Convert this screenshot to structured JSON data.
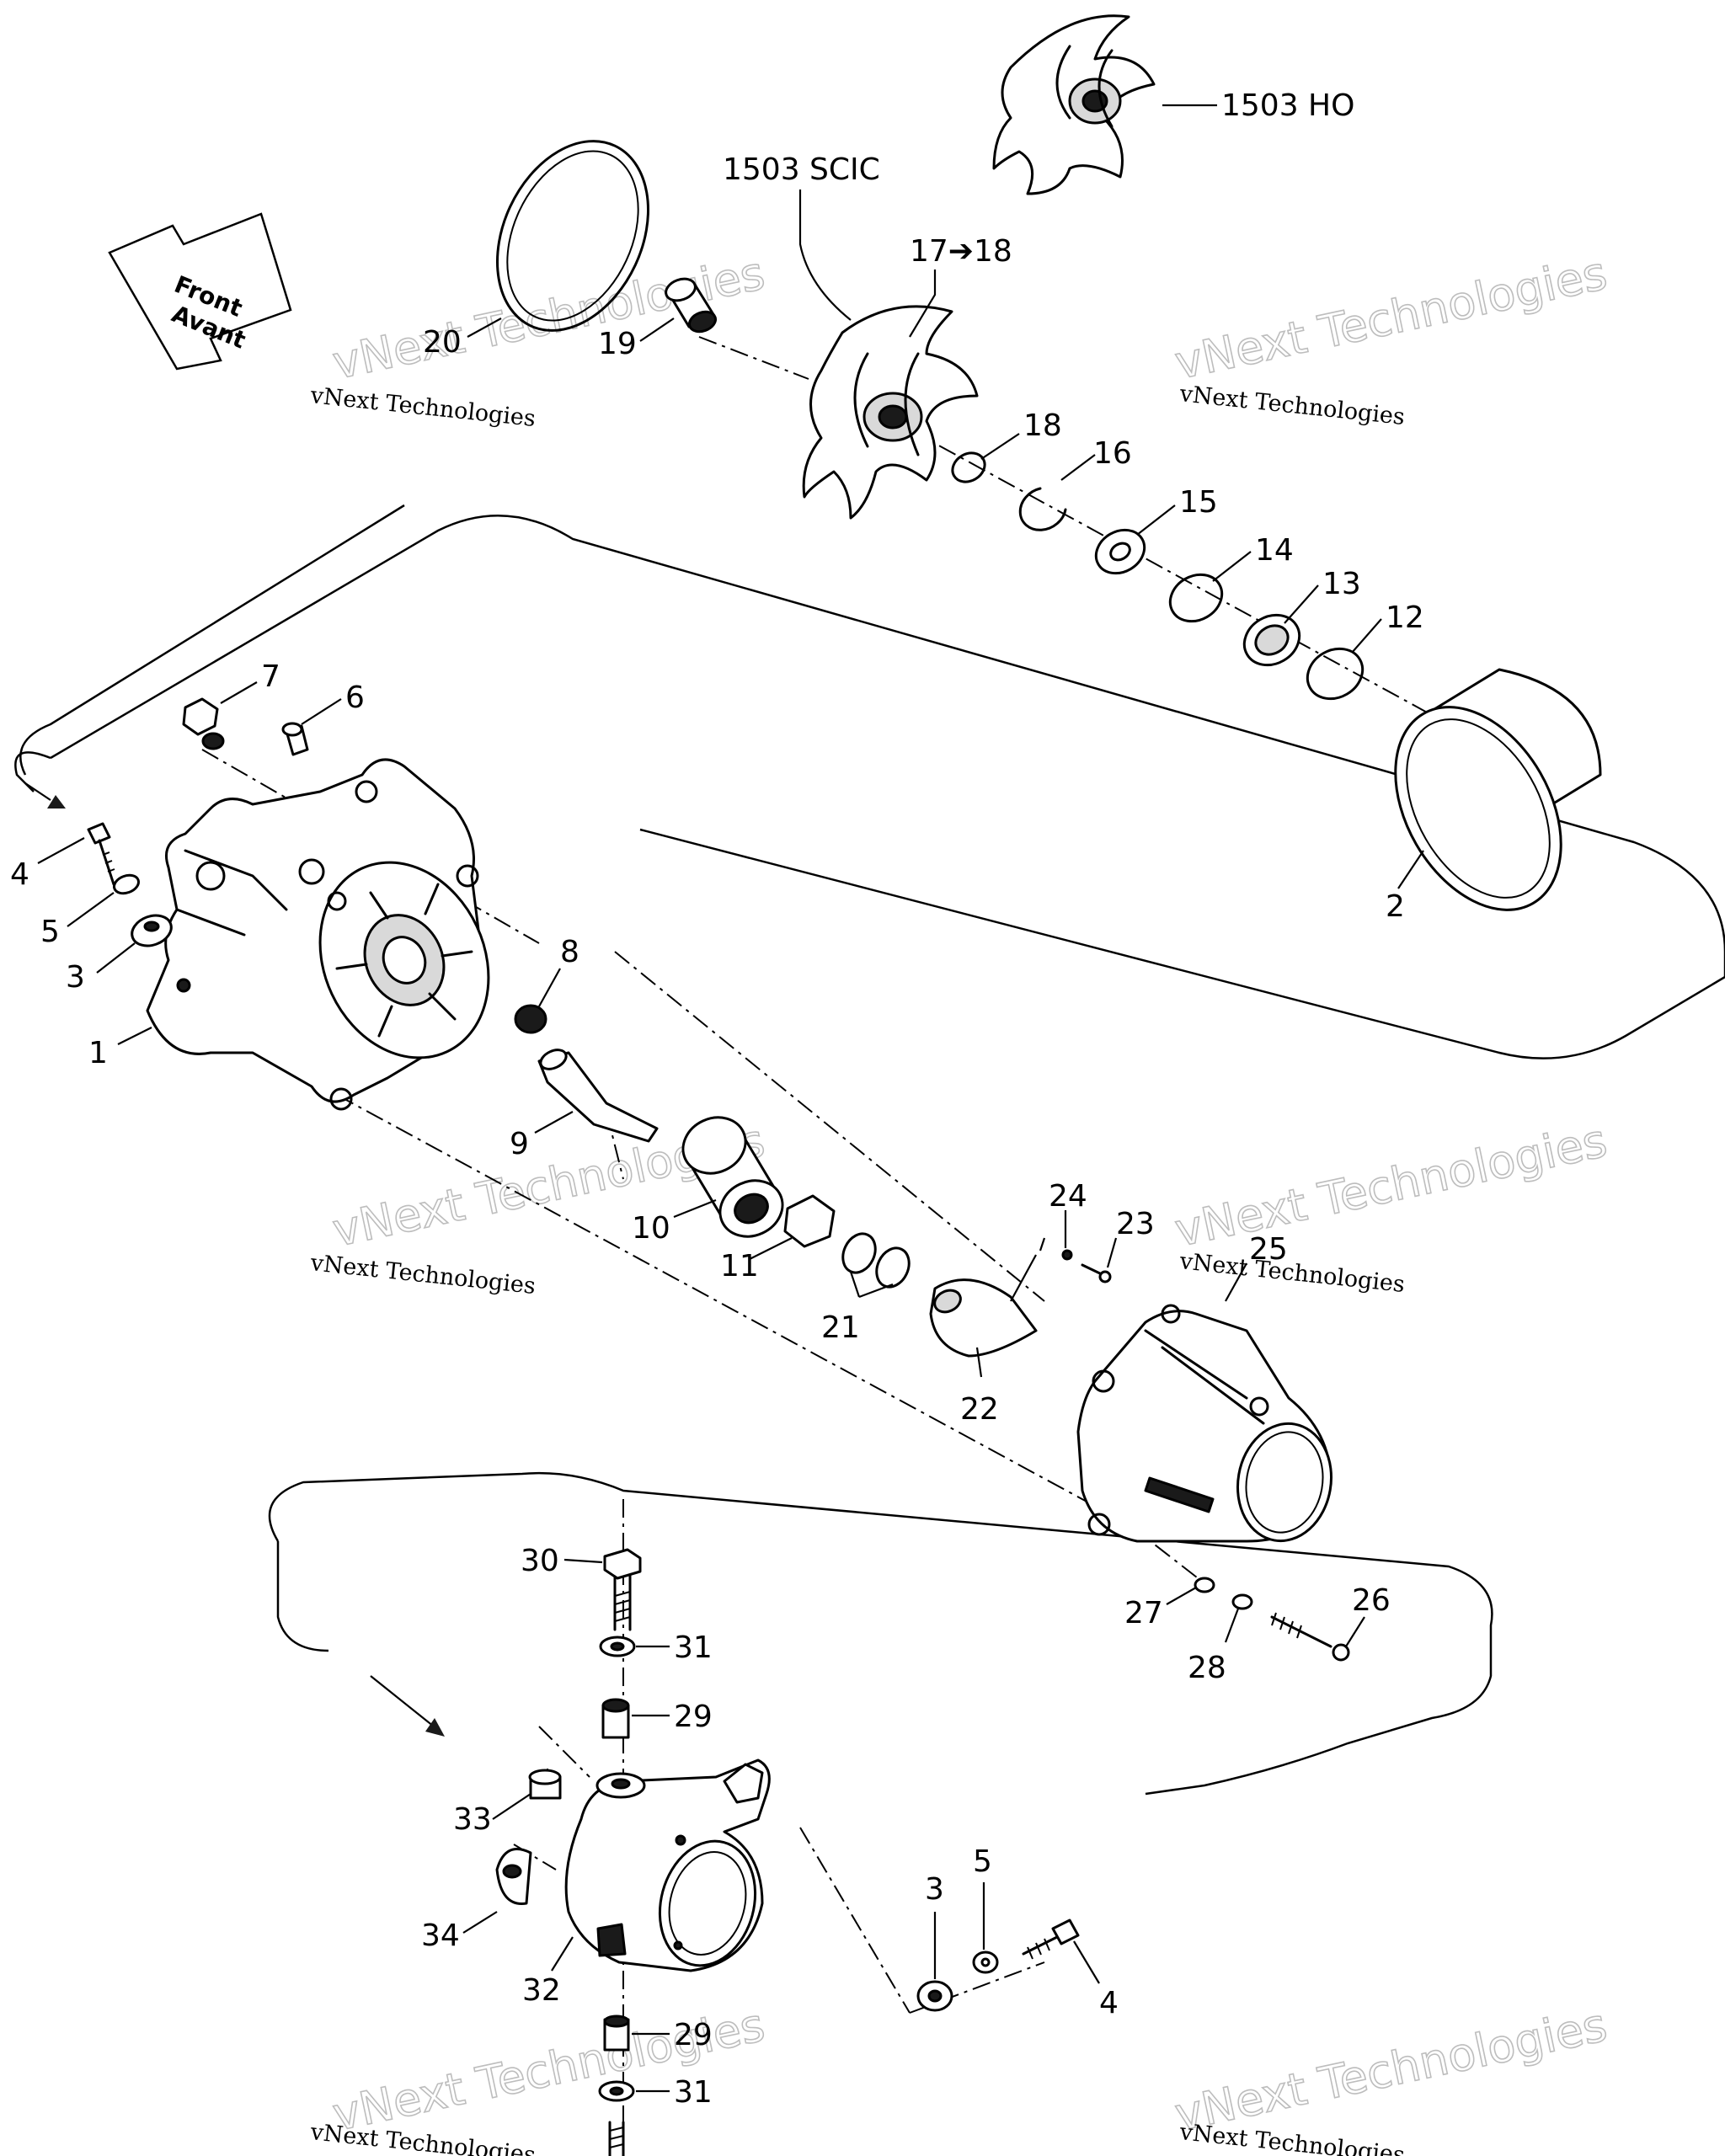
{
  "diagram": {
    "direction_arrow": {
      "line1": "Front",
      "line2": "Avant"
    },
    "watermark": {
      "big": "vNext Technologies",
      "small": "vNext Technologies"
    },
    "labels": [
      {
        "id": "lbl-1503ho",
        "text": "1503 HO"
      },
      {
        "id": "lbl-1503scic",
        "text": "1503 SCIC"
      },
      {
        "id": "lbl-17-18",
        "text": "17➔18"
      },
      {
        "id": "lbl-20",
        "text": "20"
      },
      {
        "id": "lbl-19",
        "text": "19"
      },
      {
        "id": "lbl-18",
        "text": "18"
      },
      {
        "id": "lbl-16",
        "text": "16"
      },
      {
        "id": "lbl-15",
        "text": "15"
      },
      {
        "id": "lbl-14",
        "text": "14"
      },
      {
        "id": "lbl-13",
        "text": "13"
      },
      {
        "id": "lbl-12",
        "text": "12"
      },
      {
        "id": "lbl-7",
        "text": "7"
      },
      {
        "id": "lbl-6",
        "text": "6"
      },
      {
        "id": "lbl-4a",
        "text": "4"
      },
      {
        "id": "lbl-5a",
        "text": "5"
      },
      {
        "id": "lbl-3a",
        "text": "3"
      },
      {
        "id": "lbl-1",
        "text": "1"
      },
      {
        "id": "lbl-8",
        "text": "8"
      },
      {
        "id": "lbl-9",
        "text": "9"
      },
      {
        "id": "lbl-2",
        "text": "2"
      },
      {
        "id": "lbl-10",
        "text": "10"
      },
      {
        "id": "lbl-11",
        "text": "11"
      },
      {
        "id": "lbl-21",
        "text": "21"
      },
      {
        "id": "lbl-22",
        "text": "22"
      },
      {
        "id": "lbl-24",
        "text": "24"
      },
      {
        "id": "lbl-23",
        "text": "23"
      },
      {
        "id": "lbl-25",
        "text": "25"
      },
      {
        "id": "lbl-27",
        "text": "27"
      },
      {
        "id": "lbl-26",
        "text": "26"
      },
      {
        "id": "lbl-28",
        "text": "28"
      },
      {
        "id": "lbl-30",
        "text": "30"
      },
      {
        "id": "lbl-31a",
        "text": "31"
      },
      {
        "id": "lbl-29a",
        "text": "29"
      },
      {
        "id": "lbl-33",
        "text": "33"
      },
      {
        "id": "lbl-34",
        "text": "34"
      },
      {
        "id": "lbl-32",
        "text": "32"
      },
      {
        "id": "lbl-3b",
        "text": "3"
      },
      {
        "id": "lbl-5b",
        "text": "5"
      },
      {
        "id": "lbl-4b",
        "text": "4"
      },
      {
        "id": "lbl-29b",
        "text": "29"
      },
      {
        "id": "lbl-31b",
        "text": "31"
      }
    ]
  }
}
